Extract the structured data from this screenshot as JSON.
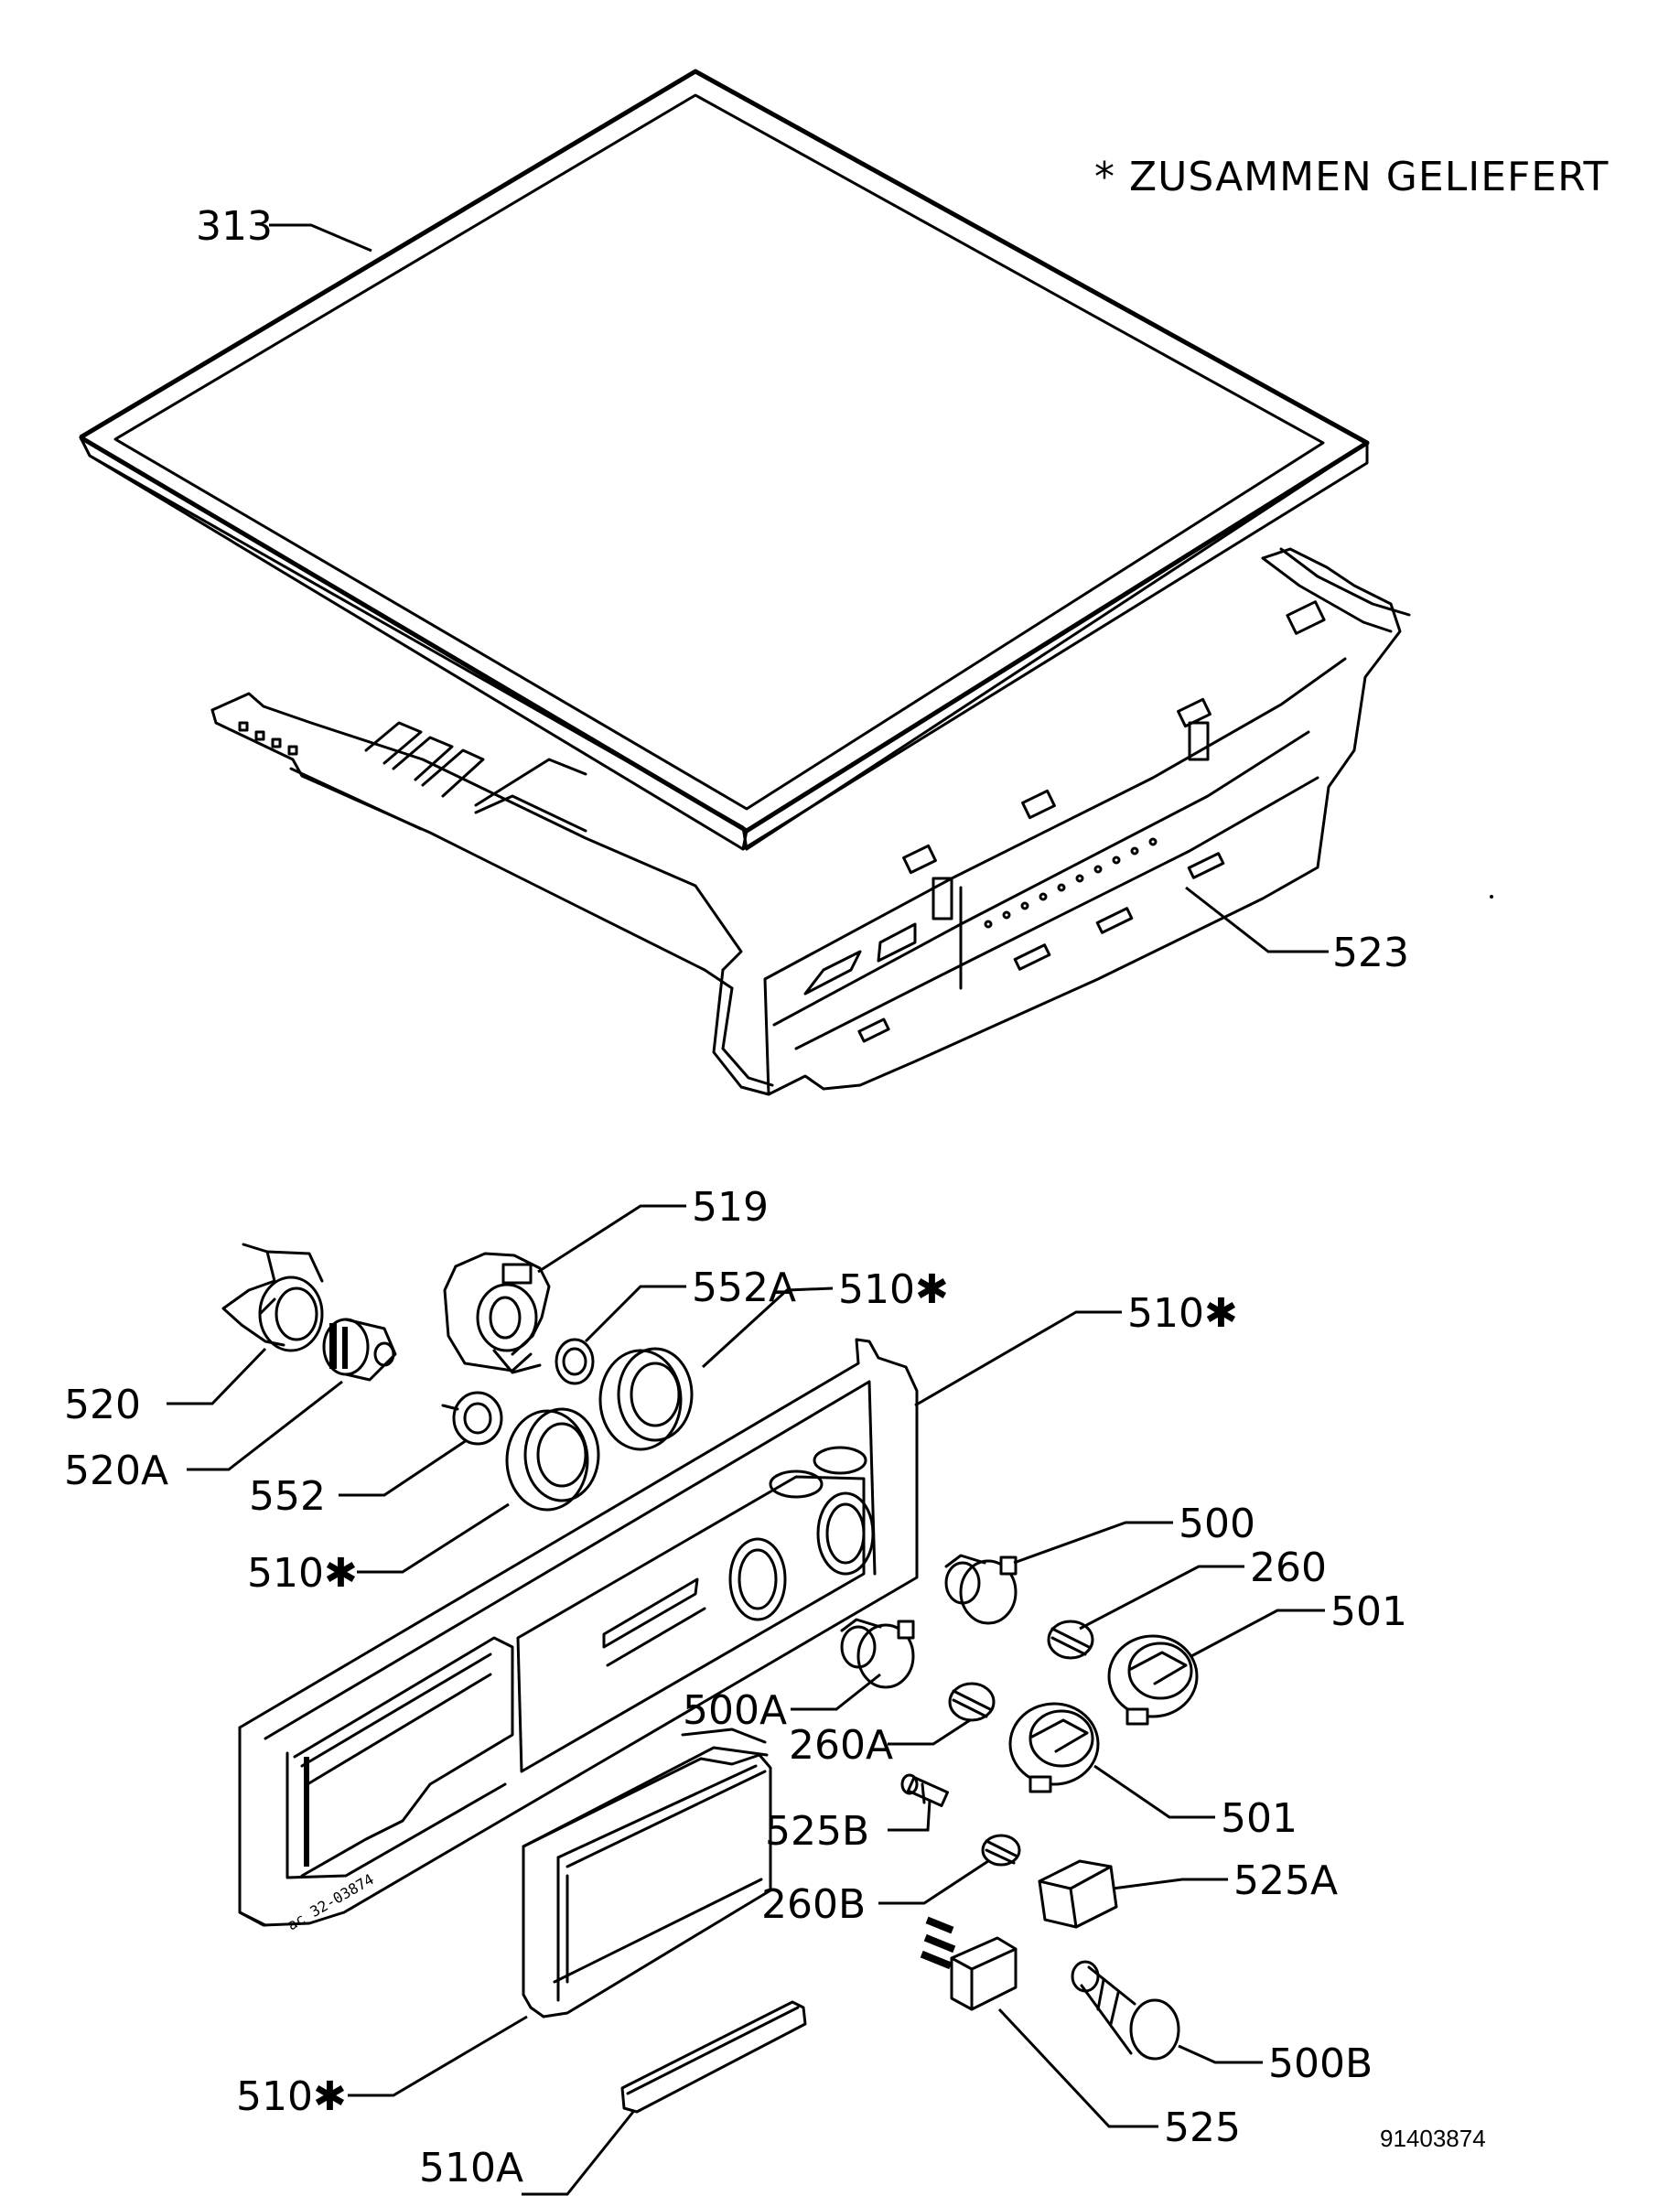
{
  "note": "* ZUSAMMEN GELIEFERT",
  "document_number": "91403874",
  "panel_marking": "ac 32-03874",
  "labels": {
    "p313": "313",
    "p523": "523",
    "p519": "519",
    "p552A": "552A",
    "p510_knob_top": "510✱",
    "p510_panel": "510✱",
    "p520": "520",
    "p520A": "520A",
    "p552": "552",
    "p510_knob_bottom": "510✱",
    "p500": "500",
    "p260": "260",
    "p501_top": "501",
    "p500A": "500A",
    "p260A": "260A",
    "p501_bottom": "501",
    "p525B": "525B",
    "p525A": "525A",
    "p260B": "260B",
    "p500B": "500B",
    "p510_drawer": "510✱",
    "p525": "525",
    "p510A": "510A"
  }
}
